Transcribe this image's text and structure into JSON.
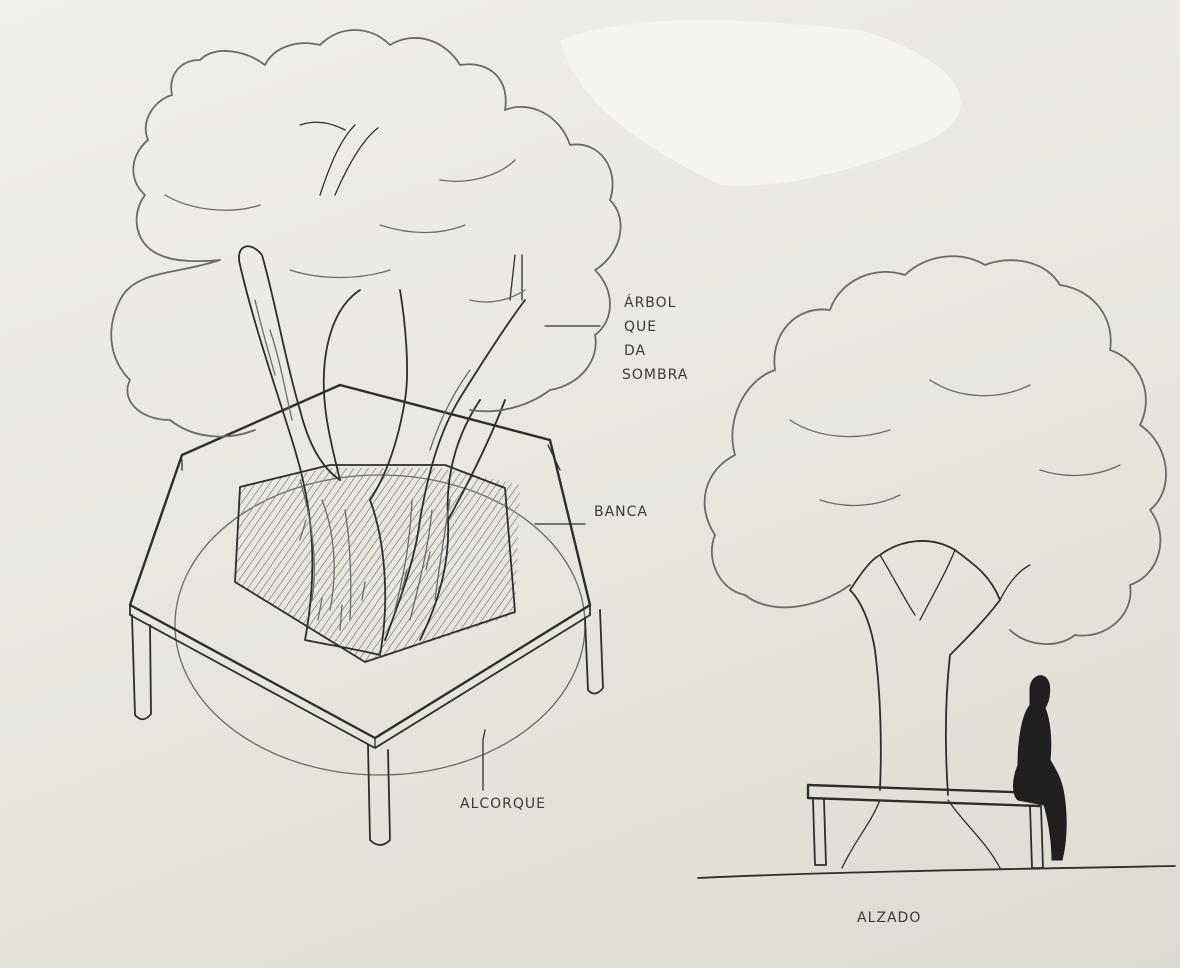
{
  "labels": {
    "tree_line1": "ÁRBOL",
    "tree_line2": "QUE",
    "tree_line3": "DA",
    "tree_line4": "SOMBRA",
    "bench": "BANCA",
    "pit": "ALCORQUE",
    "elevation": "ALZADO"
  },
  "colors": {
    "paper": "#ece9e3",
    "ink": "#2e2e2e",
    "pencil_shade": "#8a8782",
    "silhouette": "#1f1f1f"
  }
}
